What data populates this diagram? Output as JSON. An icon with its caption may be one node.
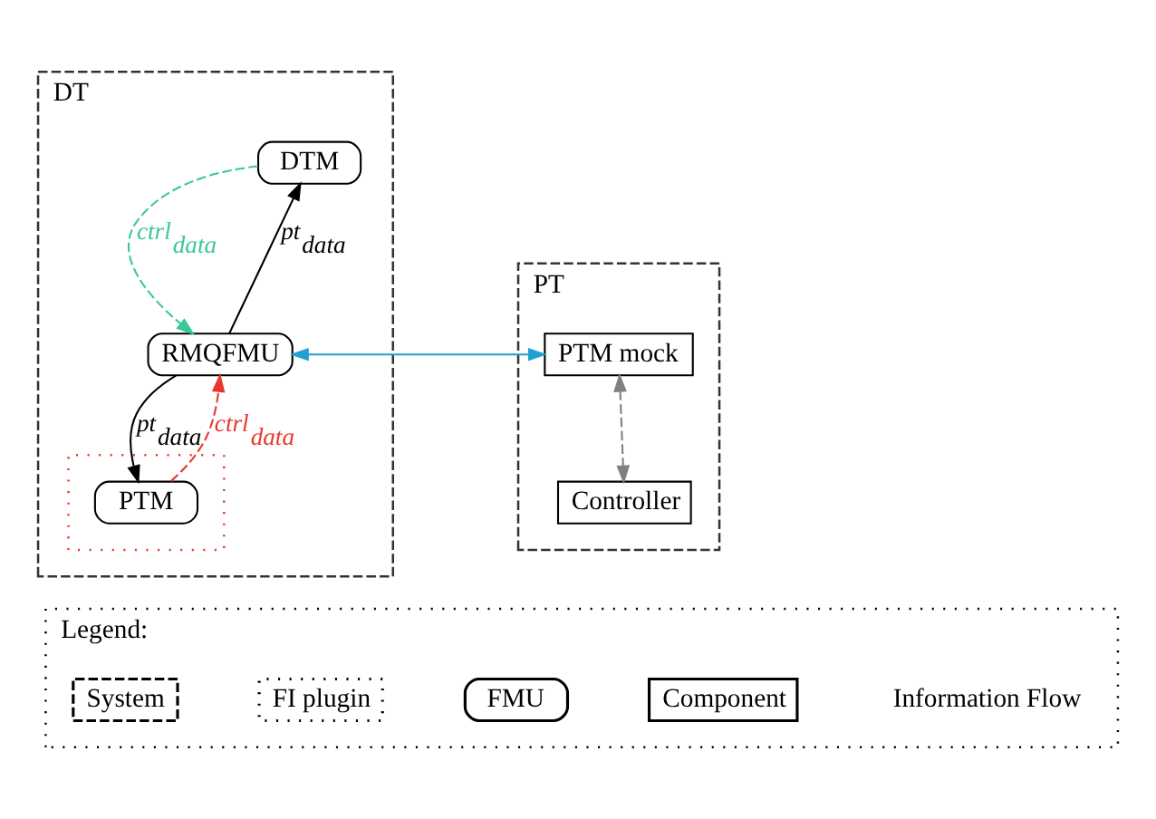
{
  "diagram": {
    "nodes": [
      {
        "text": [
          "DT"
        ]
      },
      {
        "text": [
          "DTM"
        ],
        "in": 0
      },
      {
        "text": [
          "RMQFMU"
        ],
        "in": 0
      },
      {
        "text": [],
        "shape": "box",
        "in": 0
      },
      {
        "text": [
          "PTM"
        ],
        "in": 3
      },
      {
        "text": [
          "PT"
        ]
      },
      {
        "text": [
          "PTM mock"
        ],
        "in": 5
      },
      {
        "text": [
          "Controller"
        ],
        "in": 5
      },
      {
        "text": [
          "Legend:"
        ]
      }
    ],
    "edges": [
      {
        "from": 1,
        "to": 2,
        "arrow": "to",
        "label": "*ctrl*$_{data}$",
        "style": "dashed",
        "color": "#3cc896"
      },
      {
        "from": 2,
        "to": 1,
        "arrow": "to",
        "label": "*pt*$_{data}$"
      },
      {
        "from": 2,
        "to": 4,
        "arrow": "to",
        "label": "*pt*$_{data}$"
      },
      {
        "from": 4,
        "to": 2,
        "arrow": "to",
        "label": "*ctrl*$_{data}$",
        "style": "dashed",
        "color": "#e8382e"
      },
      {
        "from": 6,
        "to": 2,
        "arrow": "both",
        "color": "#21a0d2"
      },
      {
        "from": 6,
        "to": 7,
        "arrow": "both",
        "style": "dashed",
        "color": "#808080"
      }
    ],
    "legend": [
      {
        "text": "System"
      },
      {
        "text": "FI plugin"
      },
      {
        "text": "FMU"
      },
      {
        "text": "Component"
      },
      {
        "text": "Information Flow"
      }
    ]
  }
}
